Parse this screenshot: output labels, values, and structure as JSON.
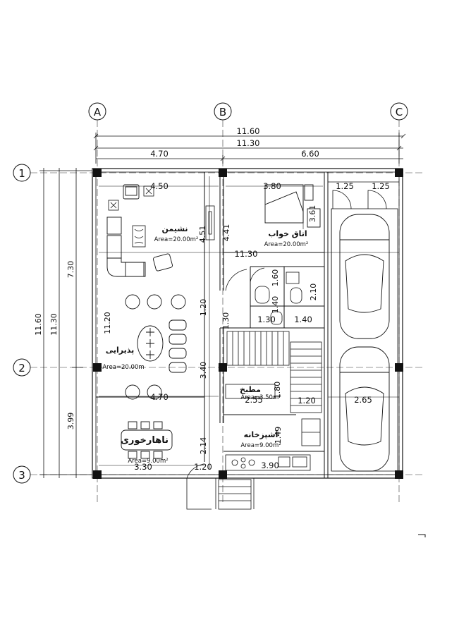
{
  "grid": {
    "columns": [
      "A",
      "B",
      "C"
    ],
    "rows": [
      "1",
      "2",
      "3"
    ]
  },
  "dimensions": {
    "overall_top": "11.60",
    "inner_top": "11.30",
    "span_ab": "4.70",
    "span_bc": "6.60",
    "left_overall": "11.60",
    "left_inner": "11.30",
    "left_upper": "7.30",
    "left_lower": "3.99",
    "living_width": "4.50",
    "living_height": "4.51",
    "bedroom_width": "3.80",
    "bedroom_height": "3.61",
    "bedroom_side": "4.41",
    "mid_span": "11.30",
    "reception_height": "11.20",
    "corridor_1": "1.20",
    "corridor_2": "1.30",
    "corridor_3": "3.40",
    "dining_width": "3.30",
    "dining_height": "2.14",
    "entrance_width": "1.20",
    "reception_width": "4.70",
    "garage_bay_1": "1.25",
    "garage_bay_2": "1.25",
    "garage_width": "2.65",
    "bath_1": "1.60",
    "bath_2": "1.40",
    "bath_3": "1.30",
    "bath_4": "1.40",
    "bath_5": "2.10",
    "stair_width": "1.20",
    "kitchen_width": "3.90",
    "kitchen_height": "1.49",
    "pantry_width": "2.55",
    "pantry_height": "1.80"
  },
  "rooms": {
    "living": {
      "name": "نشیمن",
      "area": "Area=20.00m²"
    },
    "bedroom": {
      "name": "اتاق خواب",
      "area": "Area=20.00m²"
    },
    "reception": {
      "name": "پذیرایی",
      "area": "Area=20.00m"
    },
    "dining": {
      "name": "ناهارخوری",
      "area": "Area=9.00m²"
    },
    "pantry": {
      "name": "مطبخ",
      "area": "Area=3.50m²"
    },
    "kitchen": {
      "name": "آشپزخانه",
      "area": "Area=9.00m²"
    }
  },
  "colors": {
    "lines": "#111111",
    "background": "#ffffff"
  }
}
